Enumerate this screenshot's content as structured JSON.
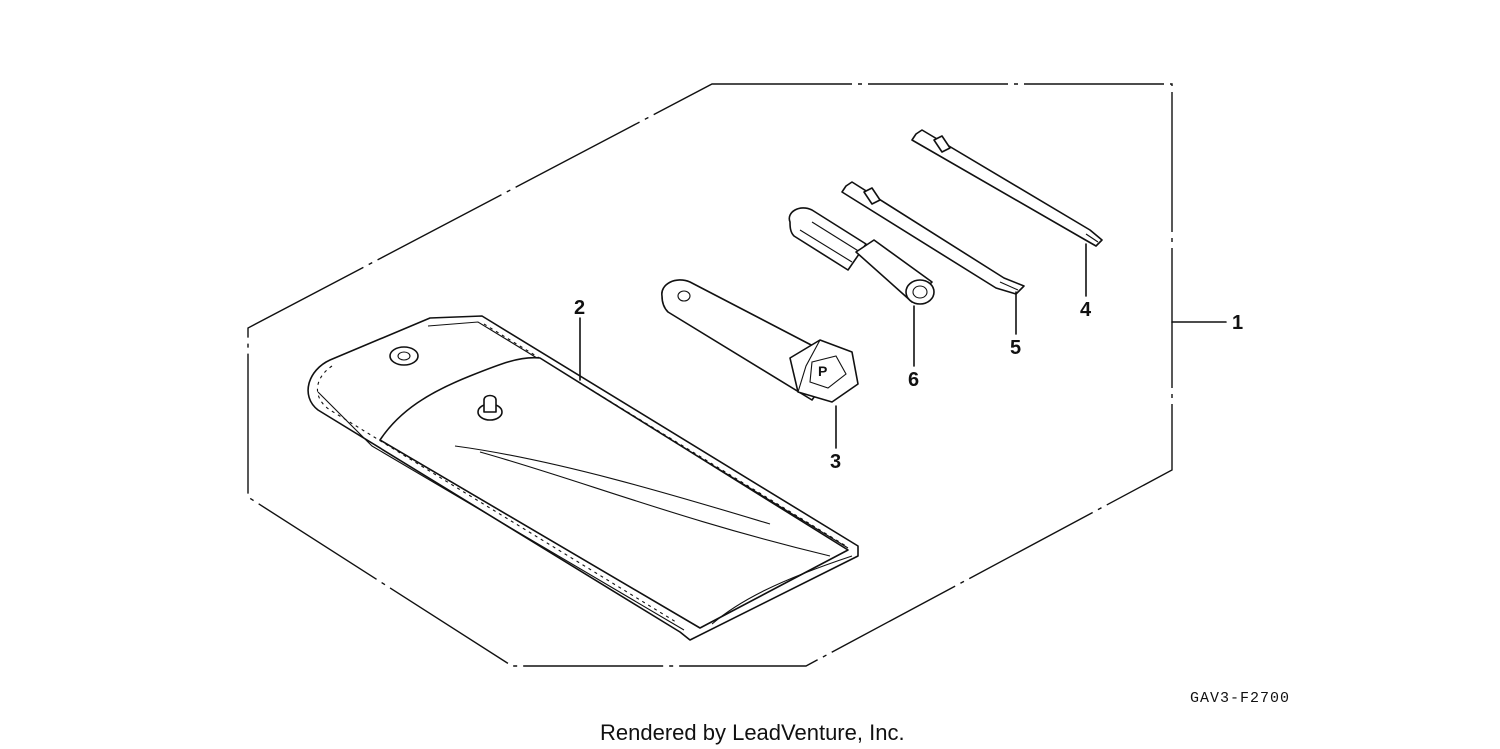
{
  "callouts": {
    "c1": "1",
    "c2": "2",
    "c3": "3",
    "c4": "4",
    "c5": "5",
    "c6": "6"
  },
  "diagram_code": "GAV3-F2700",
  "credit": "Rendered by LeadVenture, Inc."
}
